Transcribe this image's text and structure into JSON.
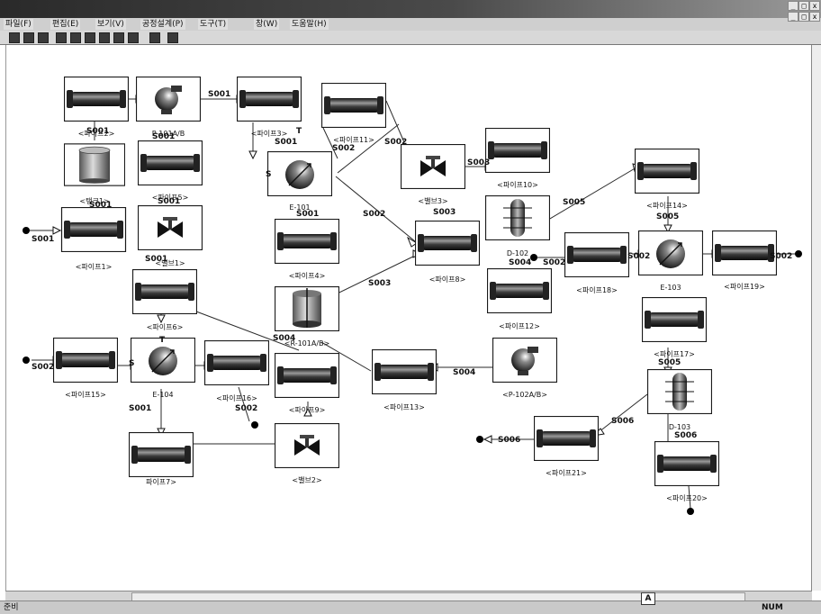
{
  "menu": [
    {
      "id": "file",
      "label": "파일(F)"
    },
    {
      "id": "edit",
      "label": "편집(E)"
    },
    {
      "id": "view",
      "label": "보기(V)"
    },
    {
      "id": "process",
      "label": "공정설계(P)"
    },
    {
      "id": "tools",
      "label": "도구(T)"
    },
    {
      "id": "window",
      "label": "창(W)"
    },
    {
      "id": "help",
      "label": "도움말(H)"
    }
  ],
  "toolbar": {
    "icons": [
      "new-icon",
      "open-icon",
      "save-icon",
      "print-icon",
      "cut-icon",
      "copy-icon",
      "paste-icon",
      "zoom-icon",
      "grid-icon",
      "run-icon",
      "help-icon"
    ]
  },
  "status": {
    "left": "준비",
    "mode_badge": "A",
    "num_lock": "NUM"
  },
  "colors": {
    "title_dark": "#2a2a2a",
    "title_light": "#9a9a9a",
    "box_border": "#1a1a1a",
    "pipe_dark": "#222222",
    "line": "#2a2a2a"
  },
  "blocks": [
    {
      "id": "b-pipe2",
      "kind": "pipe",
      "caption": "<파이프2>"
    },
    {
      "id": "b-p101",
      "kind": "pump",
      "caption": "P-101A/B"
    },
    {
      "id": "b-pipe3",
      "kind": "pipe",
      "caption": "<파이프3>"
    },
    {
      "id": "b-pipe11",
      "kind": "pipe",
      "caption": "<파이프11>"
    },
    {
      "id": "b-tank",
      "kind": "tank",
      "caption": "<탱크1>"
    },
    {
      "id": "b-pipe5",
      "kind": "pipe",
      "caption": "<파이프5>"
    },
    {
      "id": "b-e101",
      "kind": "exchanger",
      "caption": "E-101"
    },
    {
      "id": "b-valve3",
      "kind": "valve",
      "caption": "<밸브3>"
    },
    {
      "id": "b-pipe10",
      "kind": "pipe",
      "caption": "<파이프10>"
    },
    {
      "id": "b-pipe14",
      "kind": "pipe",
      "caption": "<파이프14>"
    },
    {
      "id": "b-pipe1",
      "kind": "pipe",
      "caption": "<파이프1>"
    },
    {
      "id": "b-valve1",
      "kind": "valve",
      "caption": "<밸브1>"
    },
    {
      "id": "b-pipe4",
      "kind": "pipe",
      "caption": "<파이프4>"
    },
    {
      "id": "b-pipe8",
      "kind": "pipe",
      "caption": "<파이프8>"
    },
    {
      "id": "b-d102",
      "kind": "column",
      "caption": "D-102"
    },
    {
      "id": "b-pipe18",
      "kind": "pipe",
      "caption": "<파이프18>"
    },
    {
      "id": "b-e103",
      "kind": "exchanger",
      "caption": "E-103"
    },
    {
      "id": "b-pipe19",
      "kind": "pipe",
      "caption": "<파이프19>"
    },
    {
      "id": "b-pipe6",
      "kind": "pipe",
      "caption": "<파이프6>"
    },
    {
      "id": "b-reactor",
      "kind": "reactor",
      "caption": "<R-101A/B>"
    },
    {
      "id": "b-pipe12",
      "kind": "pipe",
      "caption": "<파이프12>"
    },
    {
      "id": "b-pipe17",
      "kind": "pipe",
      "caption": "<파이프17>"
    },
    {
      "id": "b-pipe15",
      "kind": "pipe",
      "caption": "<파이프15>"
    },
    {
      "id": "b-e104",
      "kind": "exchanger",
      "caption": "E-104"
    },
    {
      "id": "b-pipe16",
      "kind": "pipe",
      "caption": "<파이프16>"
    },
    {
      "id": "b-pipe9",
      "kind": "pipe",
      "caption": "<파이프9>"
    },
    {
      "id": "b-pipe13",
      "kind": "pipe",
      "caption": "<파이프13>"
    },
    {
      "id": "b-p102",
      "kind": "pump",
      "caption": "<P-102A/B>"
    },
    {
      "id": "b-d103",
      "kind": "column",
      "caption": "D-103"
    },
    {
      "id": "b-pipe7",
      "kind": "pipe",
      "caption": "파이프7>"
    },
    {
      "id": "b-valve2",
      "kind": "valve",
      "caption": "<밸브2>"
    },
    {
      "id": "b-pipe21",
      "kind": "pipe",
      "caption": "<파이프21>"
    },
    {
      "id": "b-pipe20",
      "kind": "pipe",
      "caption": "<파이프20>"
    }
  ],
  "streams": [
    {
      "label": "S001"
    },
    {
      "label": "S001"
    },
    {
      "label": "S001"
    },
    {
      "label": "S001"
    },
    {
      "label": "S001"
    },
    {
      "label": "S001"
    },
    {
      "label": "S001"
    },
    {
      "label": "S001"
    },
    {
      "label": "S001"
    },
    {
      "label": "S001"
    },
    {
      "label": "S002"
    },
    {
      "label": "S002"
    },
    {
      "label": "S002"
    },
    {
      "label": "S002"
    },
    {
      "label": "S002"
    },
    {
      "label": "S002"
    },
    {
      "label": "S002"
    },
    {
      "label": "S002"
    },
    {
      "label": "S003"
    },
    {
      "label": "S003"
    },
    {
      "label": "S003"
    },
    {
      "label": "S004"
    },
    {
      "label": "S004"
    },
    {
      "label": "S004"
    },
    {
      "label": "S005"
    },
    {
      "label": "S005"
    },
    {
      "label": "S005"
    },
    {
      "label": "S006"
    },
    {
      "label": "S006"
    },
    {
      "label": "S006"
    }
  ],
  "port_letters": [
    "T",
    "S",
    "T",
    "S"
  ]
}
